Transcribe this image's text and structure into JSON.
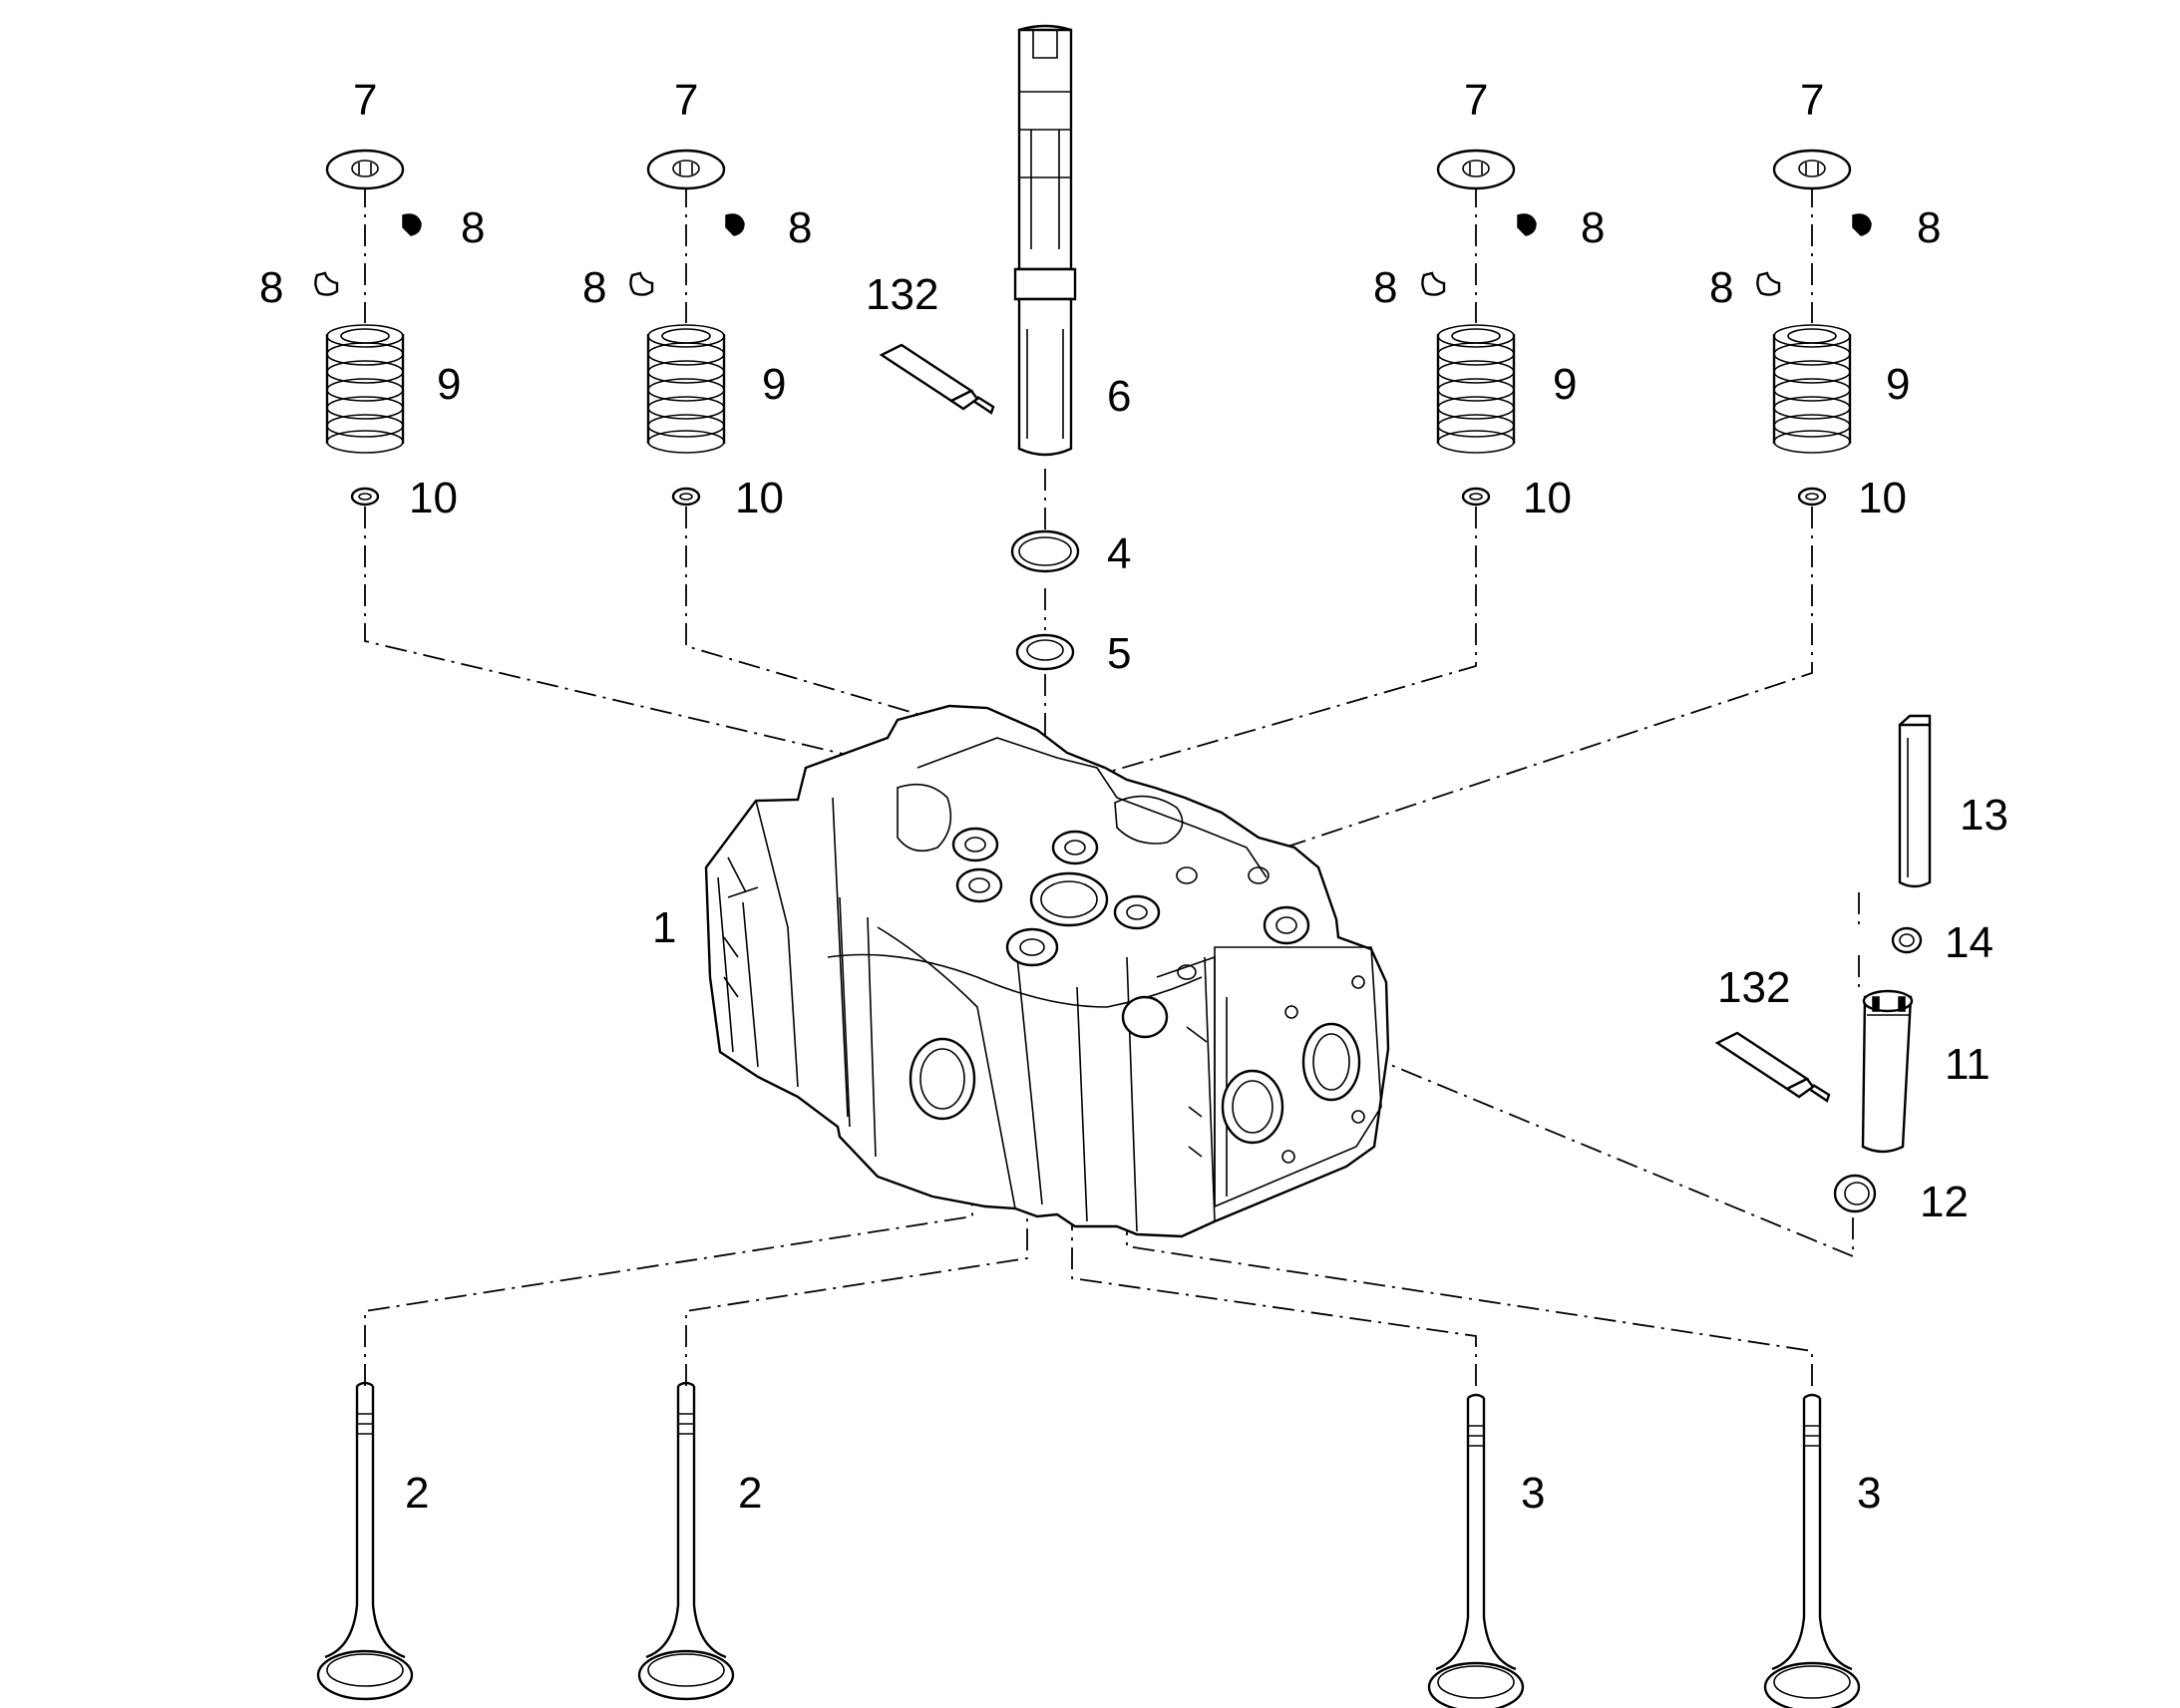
{
  "callouts": {
    "c1": "1",
    "c2a": "2",
    "c2b": "2",
    "c3a": "3",
    "c3b": "3",
    "c4": "4",
    "c5": "5",
    "c6": "6",
    "c7a": "7",
    "c7b": "7",
    "c7c": "7",
    "c7d": "7",
    "c8a": "8",
    "c8b": "8",
    "c8c": "8",
    "c8d": "8",
    "c8e": "8",
    "c8f": "8",
    "c8g": "8",
    "c8h": "8",
    "c9a": "9",
    "c9b": "9",
    "c9c": "9",
    "c9d": "9",
    "c10a": "10",
    "c10b": "10",
    "c10c": "10",
    "c10d": "10",
    "c11": "11",
    "c12": "12",
    "c13": "13",
    "c14": "14",
    "c132a": "132",
    "c132b": "132"
  }
}
